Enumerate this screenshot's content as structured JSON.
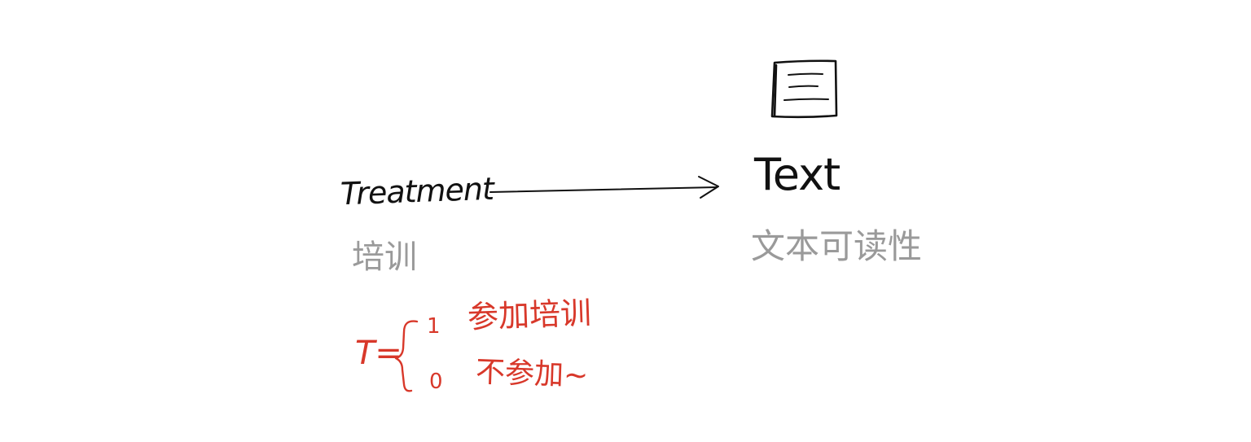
{
  "treatment": {
    "label": "Treatment",
    "label_cn": "培训"
  },
  "outcome": {
    "label": "Text",
    "label_cn": "文本可读性",
    "icon": "document-icon"
  },
  "definition": {
    "lhs": "T=",
    "cases": [
      {
        "value": "1",
        "description": "参加培训"
      },
      {
        "value": "0",
        "description": "不参加~"
      }
    ]
  },
  "colors": {
    "ink": "#111111",
    "gray": "#9a9a9a",
    "red": "#d8382a"
  }
}
